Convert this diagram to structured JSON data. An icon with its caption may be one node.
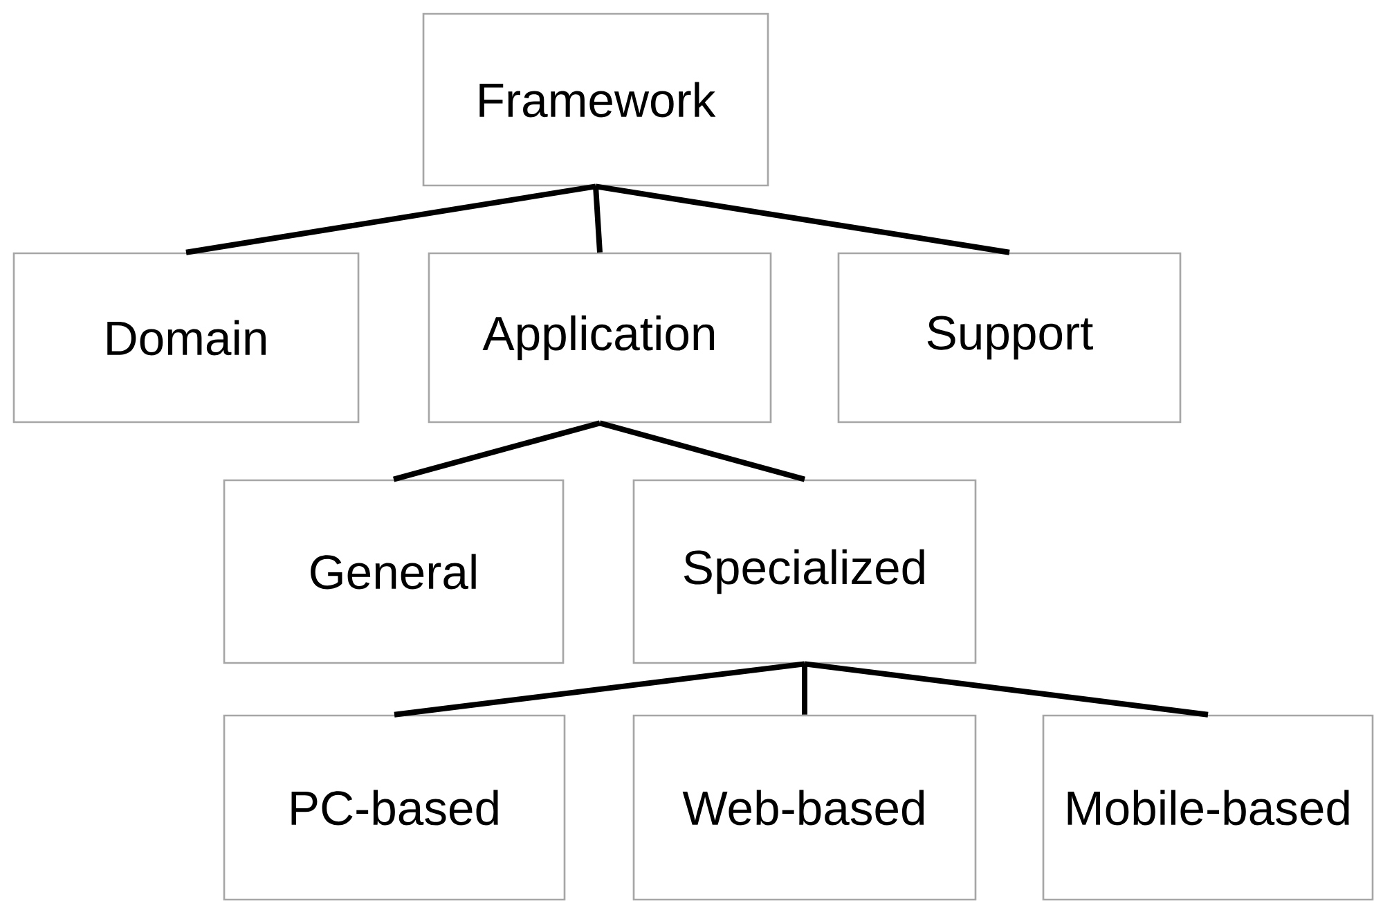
{
  "diagram": {
    "nodes": [
      {
        "text": [
          "Framework"
        ]
      },
      {
        "text": [
          "Domain"
        ]
      },
      {
        "text": [
          "Application"
        ]
      },
      {
        "text": [
          "Support"
        ]
      },
      {
        "text": [
          "General"
        ]
      },
      {
        "text": [
          "Specialized"
        ]
      },
      {
        "text": [
          "PC-based"
        ]
      },
      {
        "text": [
          "Web-based"
        ]
      },
      {
        "text": [
          "Mobile-based"
        ]
      }
    ],
    "edges": [
      {
        "from": 0,
        "to": 1,
        "arrow": "none"
      },
      {
        "from": 0,
        "to": 2,
        "arrow": "none"
      },
      {
        "from": 0,
        "to": 3,
        "arrow": "none"
      },
      {
        "from": 2,
        "to": 4,
        "arrow": "none"
      },
      {
        "from": 2,
        "to": 5,
        "arrow": "none"
      },
      {
        "from": 5,
        "to": 6,
        "arrow": "none"
      },
      {
        "from": 5,
        "to": 7,
        "arrow": "none"
      },
      {
        "from": 5,
        "to": 8,
        "arrow": "none"
      }
    ]
  }
}
